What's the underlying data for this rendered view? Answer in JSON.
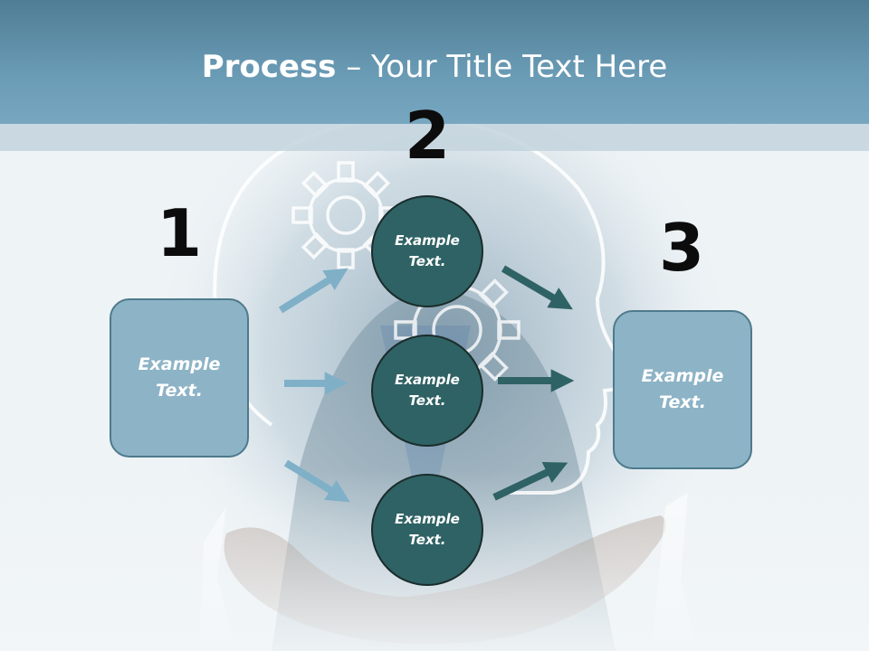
{
  "title": {
    "bold": "Process",
    "rest": " – Your Title Text Here"
  },
  "numbers": {
    "one": "1",
    "two": "2",
    "three": "3"
  },
  "left_box": {
    "label": "Example Text."
  },
  "right_box": {
    "label": "Example Text."
  },
  "circles": [
    {
      "label": "Example Text."
    },
    {
      "label": "Example Text."
    },
    {
      "label": "Example Text."
    }
  ],
  "colors": {
    "title_bar": "#6a9bb5",
    "box_fill": "#8db3c6",
    "box_border": "#4e7a8c",
    "circle_fill": "#2f6264",
    "arrow_light": "#7fb0c8",
    "arrow_dark": "#2f6264"
  },
  "icons": [
    "gear-icon",
    "head-outline",
    "open-hand"
  ]
}
